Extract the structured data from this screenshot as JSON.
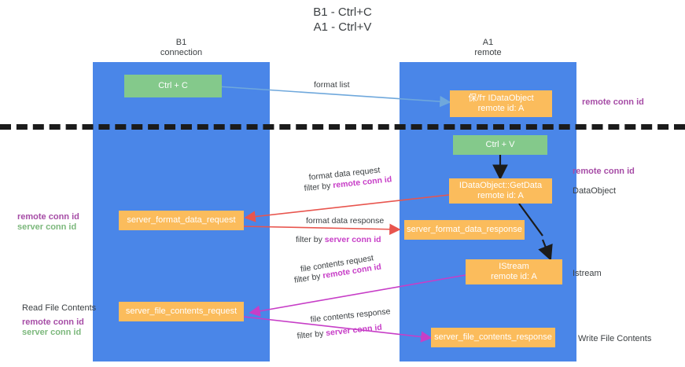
{
  "title": {
    "line1": "B1 - Ctrl+C",
    "line2": "A1 - Ctrl+V"
  },
  "columns": [
    {
      "name": "B1",
      "sub": "connection"
    },
    {
      "name": "A1",
      "sub": "remote"
    }
  ],
  "nodes": {
    "ctrl_c": "Ctrl + C",
    "idataobject_top_line1": "保/fт IDataObject",
    "idataobject_top_line2": "remote id: A",
    "ctrl_v": "Ctrl + V",
    "getdata_line1": "IDataObject::GetData",
    "getdata_line2": "remote id: A",
    "server_format_data_request": "server_format_data_request",
    "server_format_data_response": "server_format_data_response",
    "istream_line1": "IStream",
    "istream_line2": "remote id: A",
    "server_file_contents_request": "server_file_contents_request",
    "server_file_contents_response": "server_file_contents_response"
  },
  "edges": {
    "format_list": "format list",
    "format_data_request": "format data request",
    "format_data_request_filter_prefix": "filter by ",
    "format_data_request_filter_key": "remote conn id",
    "format_data_response": "format data response",
    "format_data_response_filter_prefix": "filter by ",
    "format_data_response_filter_key": "server conn id",
    "file_contents_request": "file contents request",
    "file_contents_request_filter_prefix": "filter by ",
    "file_contents_request_filter_key": "remote conn id",
    "file_contents_response": "file contents response",
    "file_contents_response_filter_prefix": "filter by ",
    "file_contents_response_filter_key": "server conn id"
  },
  "side_labels": {
    "right_remote_conn_id_top": "remote conn id",
    "right_remote_conn_id_mid": "remote conn id",
    "right_dataobject": "DataObject",
    "right_istream": "Istream",
    "right_write_file_contents": "Write File Contents",
    "left_remote_conn_id": "remote conn id",
    "left_server_conn_id": "server conn id",
    "left_read_file_contents": "Read File Contents",
    "left_remote_conn_id2": "remote conn id",
    "left_server_conn_id2": "server conn id"
  },
  "colors": {
    "lane": "#4a86e8",
    "green_node": "#84c98b",
    "orange_node": "#fbbc5c",
    "purple": "#a64ca6",
    "green_text": "#7cb87c",
    "magenta": "#c73ec7",
    "red_arrow": "#e8554e",
    "blue_arrow": "#6fa8dc",
    "divider": "#222222"
  }
}
